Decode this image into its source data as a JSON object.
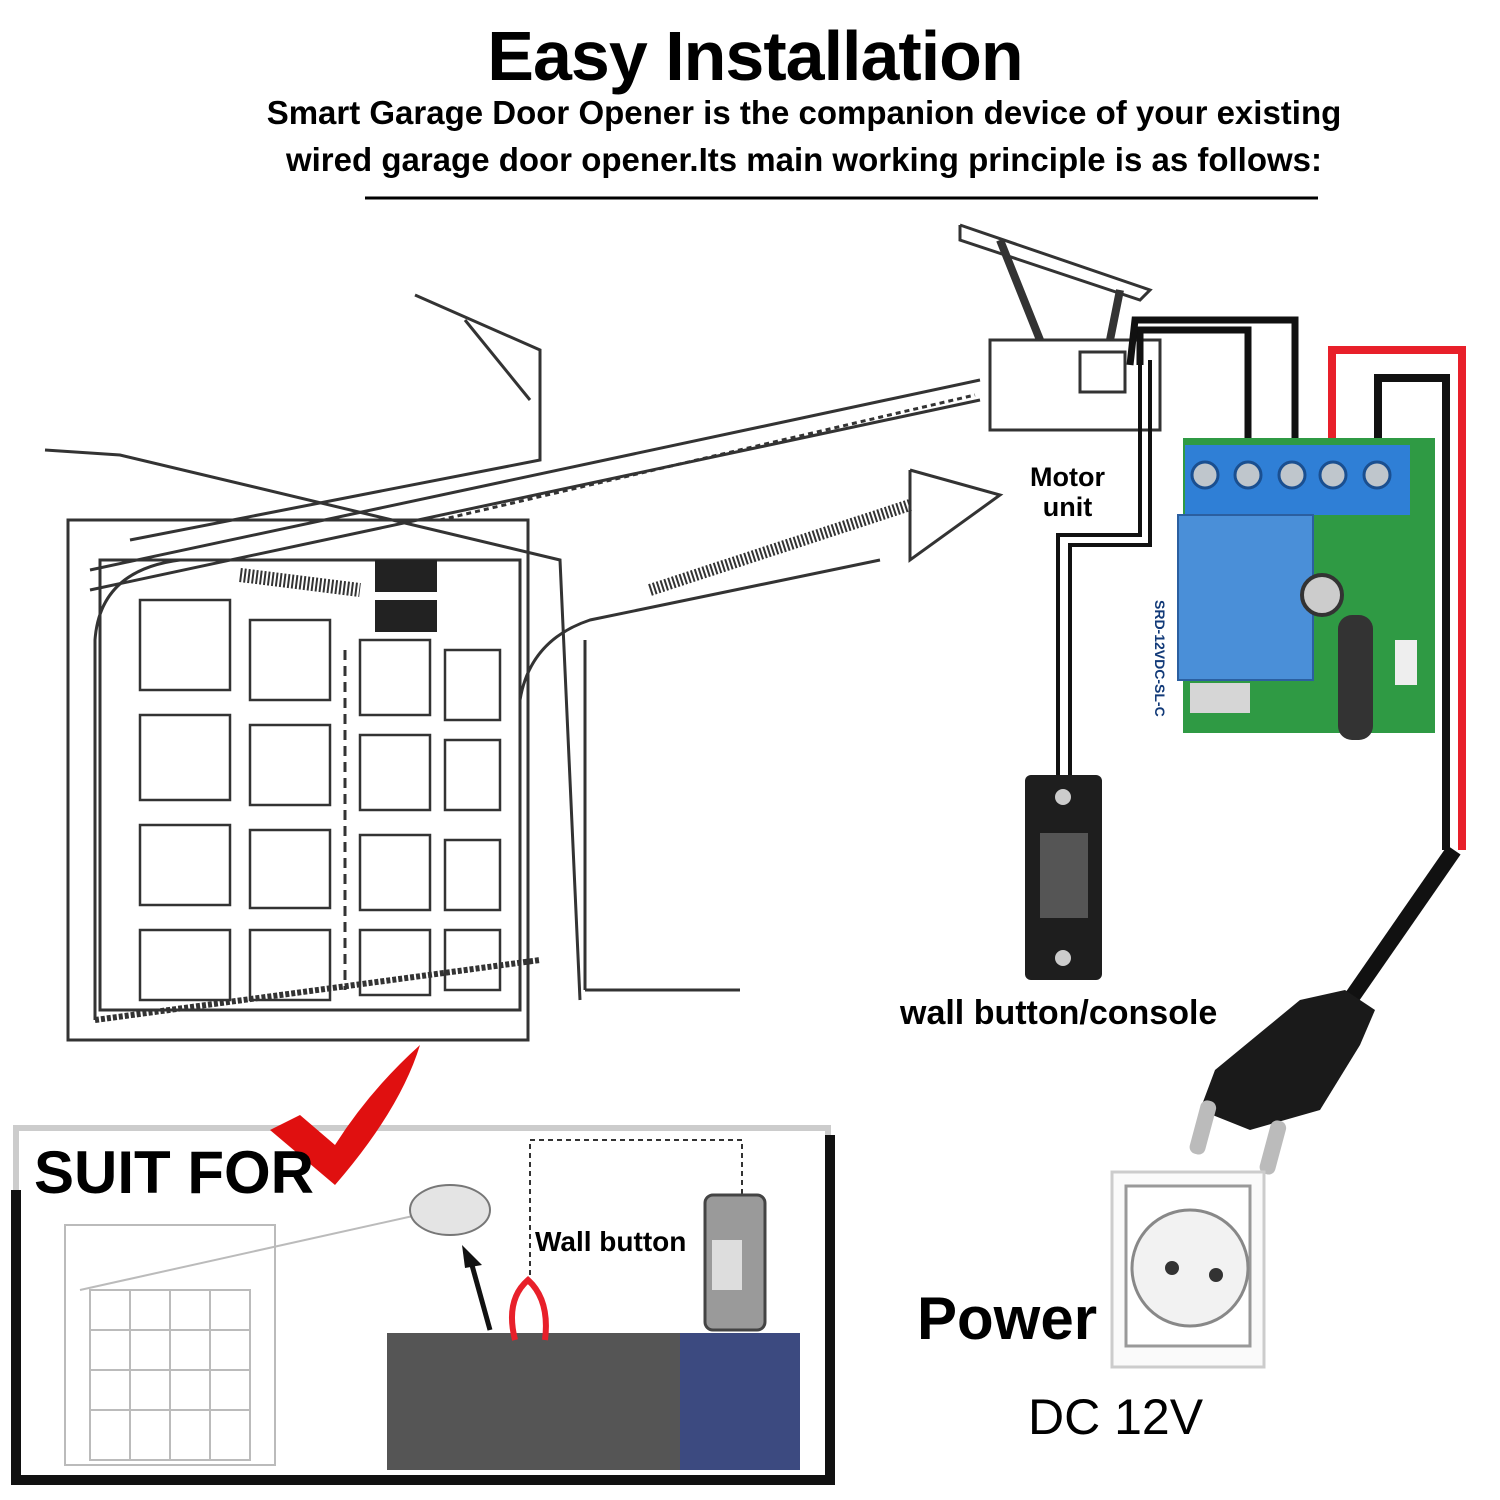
{
  "header": {
    "title": "Easy Installation",
    "subtitle_line1": "Smart Garage Door Opener is the companion device of your existing",
    "subtitle_line2": "wired garage door opener.Its main working principle is as follows:"
  },
  "labels": {
    "motor_unit_line1": "Motor",
    "motor_unit_line2": "unit",
    "wall_button_console": "wall button/console",
    "suit_for": "SUIT FOR",
    "wall_button": "Wall button",
    "power": "Power",
    "voltage": "DC 12V"
  },
  "relay": {
    "model": "SRD-12VDC-SL-C"
  },
  "colors": {
    "wire_black": "#111111",
    "wire_red": "#e8202a",
    "pcb_green": "#2f9a44",
    "terminal_blue": "#2f7fd6",
    "relay_blue": "#4a8fd8",
    "check_red": "#e01010"
  },
  "icons": [
    "checkmark-icon",
    "arrow-icon"
  ]
}
